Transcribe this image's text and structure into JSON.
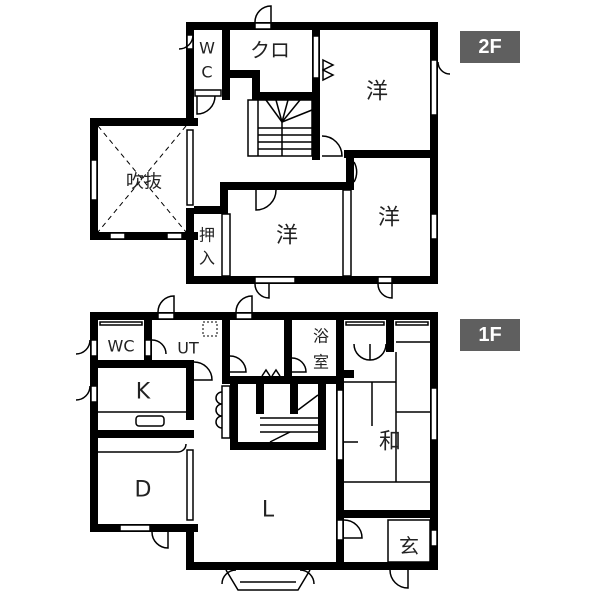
{
  "floors": [
    {
      "tag": "2F",
      "rooms": {
        "wc": "W\nC",
        "wc_w": "W",
        "wc_c": "C",
        "closet": "クロ",
        "western_ne": "洋",
        "void": "吹抜",
        "western_s": "洋",
        "western_e": "洋",
        "storage_a": "押",
        "storage_b": "入"
      }
    },
    {
      "tag": "1F",
      "rooms": {
        "wc": "WC",
        "utility": "UT",
        "bath_a": "浴",
        "bath_b": "室",
        "kitchen": "K",
        "dining": "D",
        "living": "L",
        "japanese": "和",
        "entrance": "玄"
      }
    }
  ]
}
